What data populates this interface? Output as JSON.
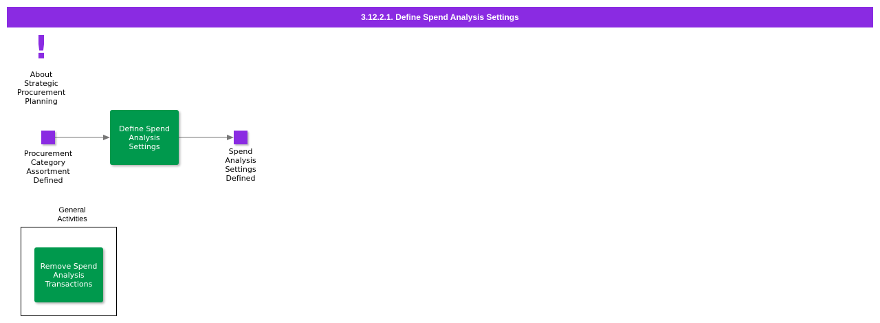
{
  "title": "3.12.2.1. Define Spend Analysis Settings",
  "colors": {
    "title_bar": "#8a2be2",
    "event": "#8a2be2",
    "activity": "#00994d",
    "connector": "#777777"
  },
  "about": {
    "icon": "exclamation-icon",
    "glyph": "!",
    "label": "About\nStrategic\nProcurement\nPlanning"
  },
  "start_event": {
    "label": "Procurement\nCategory\nAssortment\nDefined"
  },
  "main_activity": {
    "label": "Define Spend\nAnalysis\nSettings"
  },
  "end_event": {
    "label": "Spend\nAnalysis\nSettings\nDefined"
  },
  "general_activities": {
    "label": "General\nActivities",
    "items": [
      {
        "label": "Remove Spend\nAnalysis\nTransactions"
      }
    ]
  }
}
